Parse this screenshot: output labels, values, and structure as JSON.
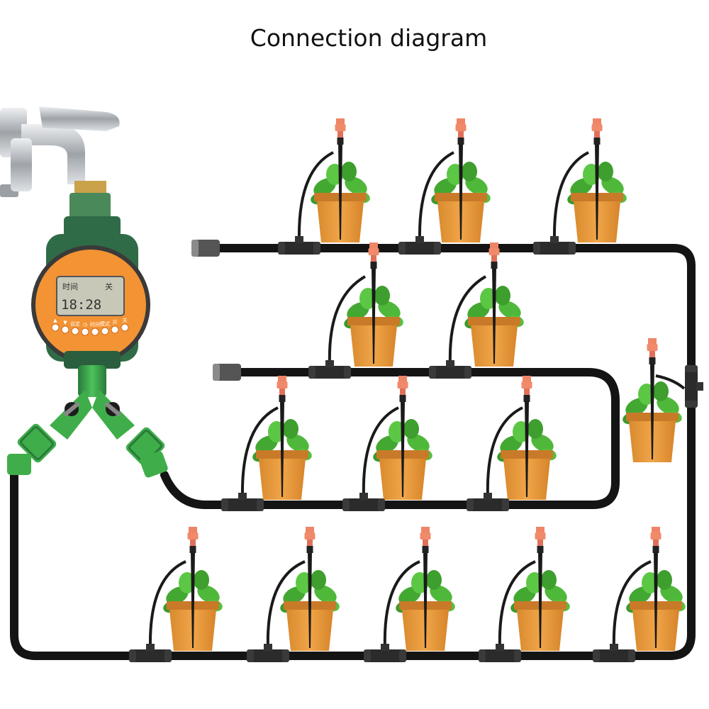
{
  "diagram": {
    "title": "Connection diagram"
  },
  "timer": {
    "lcd_line1_left": "时间",
    "lcd_line1_right": "关",
    "lcd_time": "18:28",
    "buttons": [
      "▲",
      "▼",
      "设定",
      "◷",
      "时间",
      "模式",
      "开",
      "关"
    ]
  },
  "colors": {
    "tube": "#151515",
    "pot": "#e59a3c",
    "pot_rim": "#c9792a",
    "leaf": "#4fb83a",
    "nozzle": "#f08a6a",
    "timer_orange": "#f39333",
    "timer_body": "#2f6b47",
    "splitter": "#3fae4a",
    "faucet": "#bfc3c7"
  },
  "icons": [
    "faucet-icon",
    "timer-icon",
    "y-splitter-icon",
    "dripper-icon",
    "plant-pot-icon",
    "end-plug-icon",
    "tee-connector-icon"
  ]
}
